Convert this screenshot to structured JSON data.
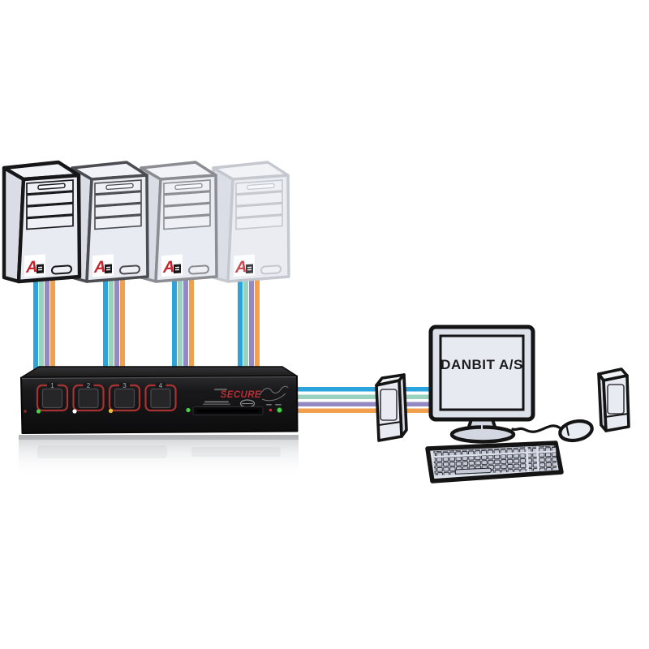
{
  "computers": {
    "brand_letter": "A",
    "outline_shades": [
      "#17171a",
      "#4b4d52",
      "#8b8d93",
      "#c3c6cd"
    ]
  },
  "kvm_switch": {
    "secure_label": "SECURE",
    "accent_red": "#bb2d35",
    "buttons": [
      {
        "number": "1",
        "led_color": "#46d24a"
      },
      {
        "number": "2",
        "led_color": "#ffffff"
      },
      {
        "number": "3",
        "led_color": "#e6c33a"
      },
      {
        "number": "4"
      }
    ],
    "card_reader_led_color": "#46d24a",
    "power_led_color": "#46d24a"
  },
  "monitor": {
    "screen_text": "DANBIT A/S"
  },
  "cables": {
    "strand_colors": [
      "#2ba3dc",
      "#99d3bf",
      "#9389c3",
      "#f1a14d"
    ]
  }
}
